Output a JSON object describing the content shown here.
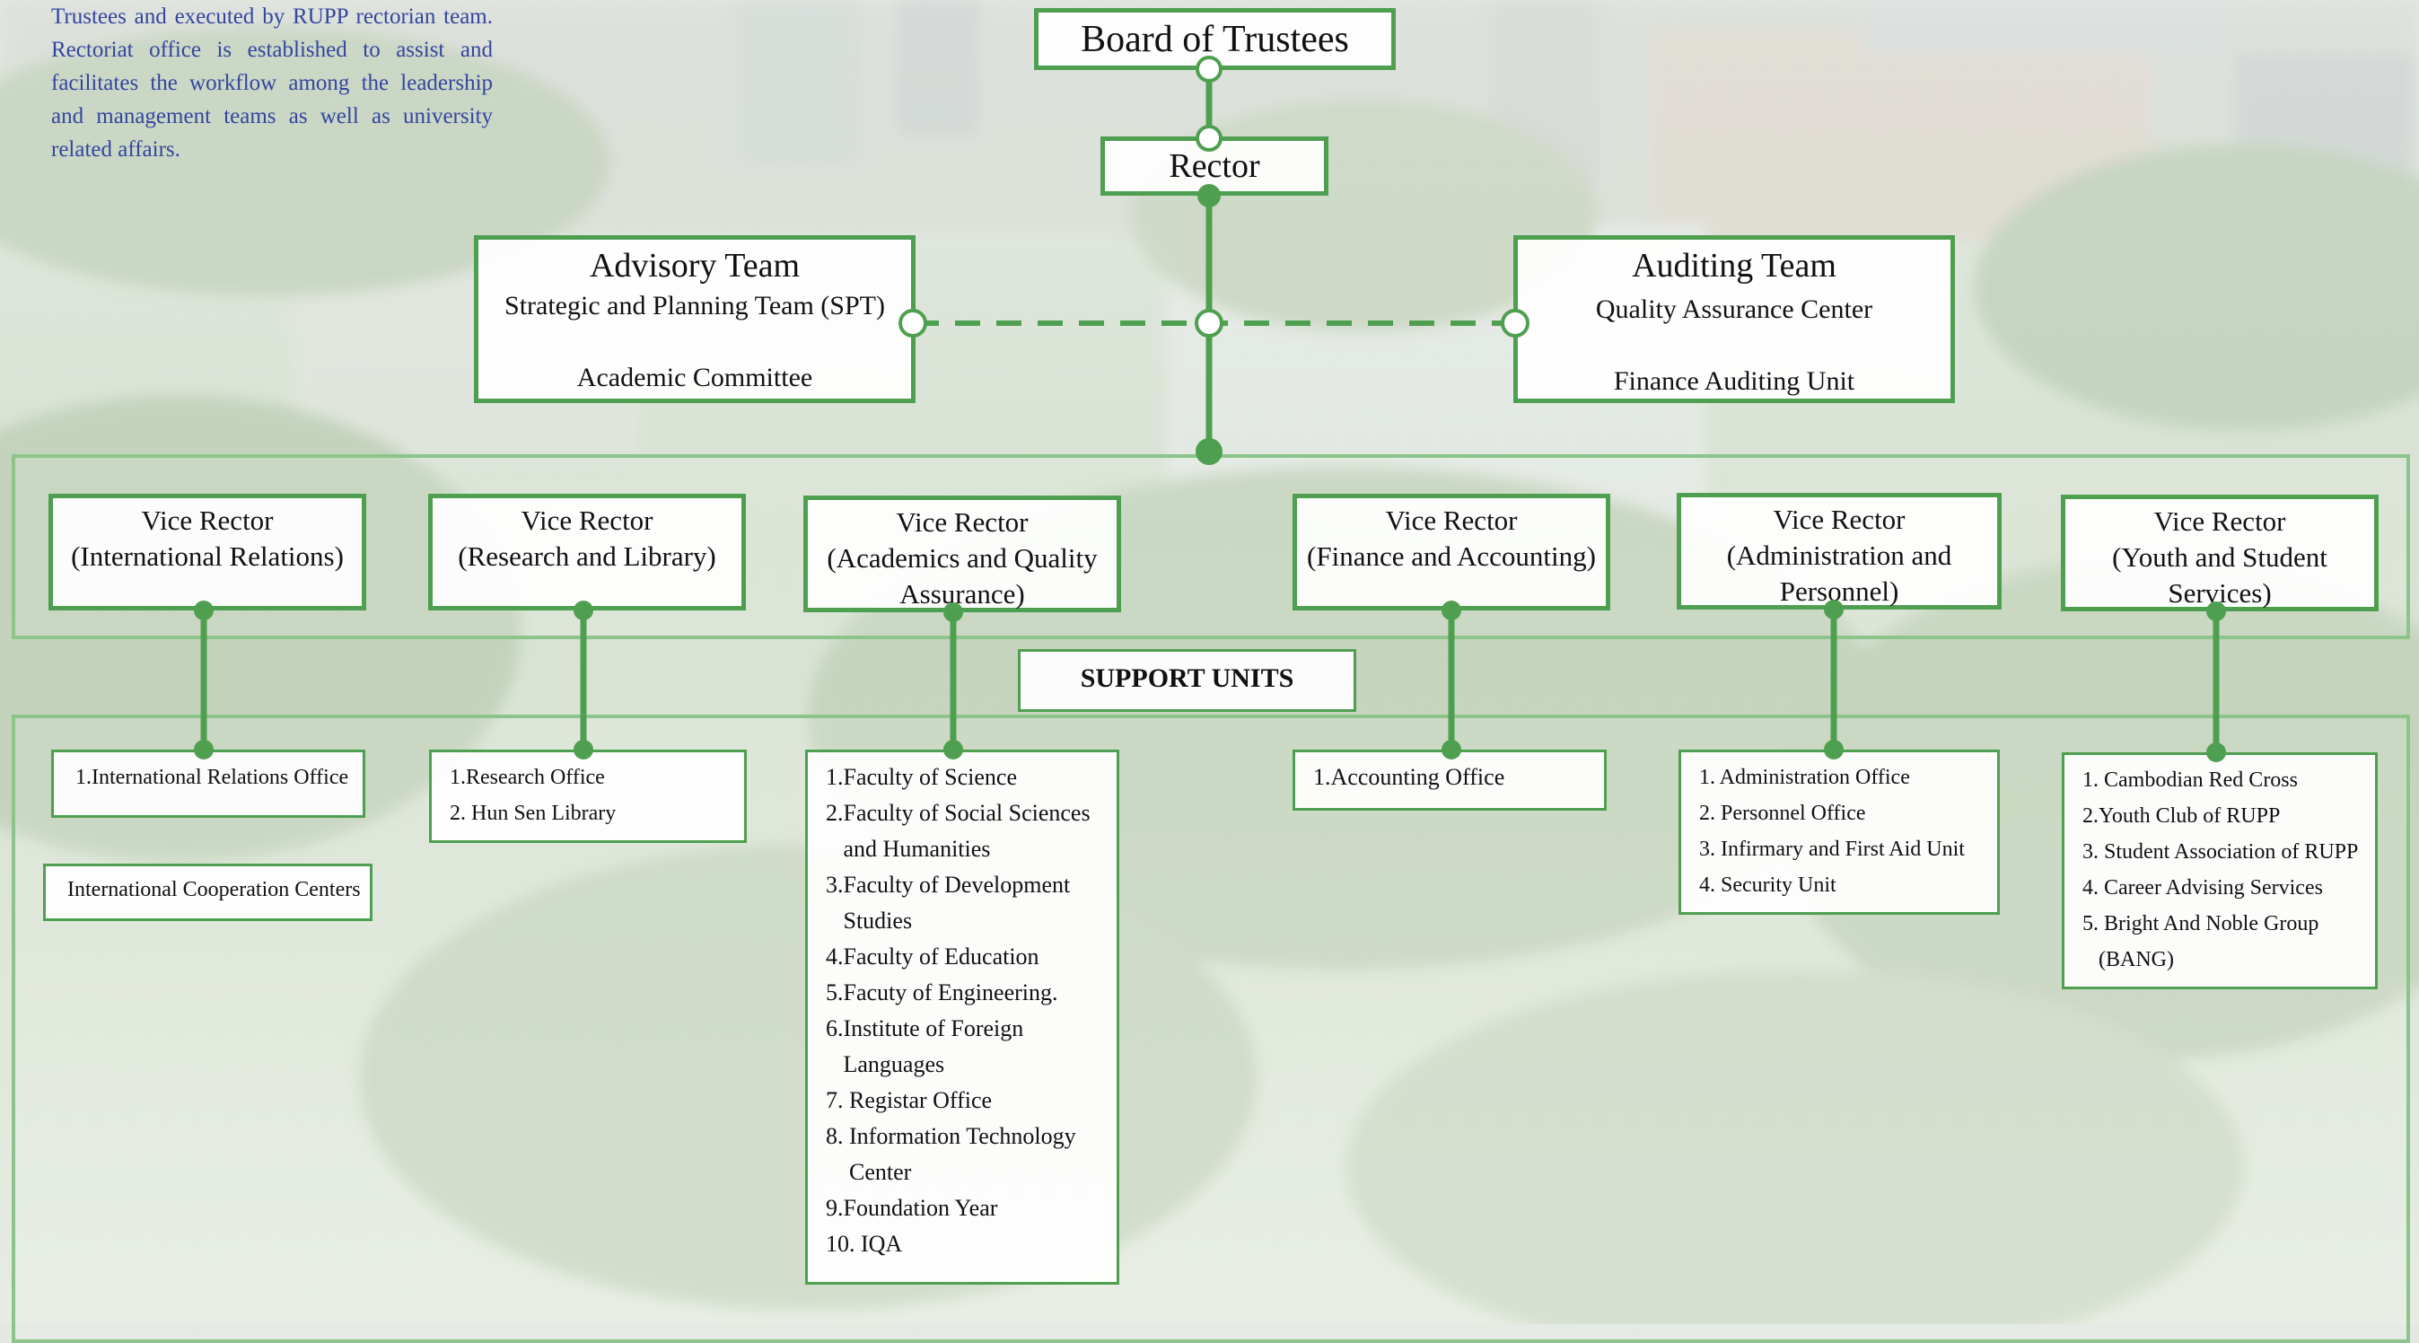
{
  "intro_lines": [
    "Trustees and executed by RUPP rectorian",
    "team. Rectoriat office is established to assist",
    "and facilitates the workflow among the",
    "leadership and management teams as well as",
    "university related affairs."
  ],
  "board": "Board of Trustees",
  "rector": "Rector",
  "advisory": {
    "title": "Advisory Team",
    "items": [
      "Strategic and Planning Team (SPT)",
      "Academic Committee"
    ]
  },
  "auditing": {
    "title": "Auditing Team",
    "items": [
      "Quality Assurance Center",
      "Finance Auditing Unit"
    ]
  },
  "vice_rectors": [
    {
      "lines": [
        "Vice Rector",
        "(International Relations)"
      ]
    },
    {
      "lines": [
        "Vice Rector",
        "(Research and Library)"
      ]
    },
    {
      "lines": [
        "Vice Rector",
        "(Academics and Quality",
        "Assurance)"
      ]
    },
    {
      "lines": [
        "Vice Rector",
        "(Finance and Accounting)"
      ]
    },
    {
      "lines": [
        "Vice Rector",
        "(Administration and",
        "Personnel)"
      ]
    },
    {
      "lines": [
        "Vice Rector",
        "(Youth and Student",
        "Services)"
      ]
    }
  ],
  "support_units_label": "SUPPORT UNITS",
  "units": [
    [
      "1.International Relations Office"
    ],
    [
      "1.Research Office",
      "2. Hun Sen Library"
    ],
    [
      "1.Faculty of Science",
      "2.Faculty of Social Sciences",
      "   and Humanities",
      "3.Faculty of Development",
      "   Studies",
      "4.Faculty of Education",
      "5.Facuty of Engineering.",
      "6.Institute of Foreign",
      "   Languages",
      "7. Registar Office",
      "8. Information Technology",
      "    Center",
      "9.Foundation Year",
      "10. IQA"
    ],
    [
      "1.Accounting Office"
    ],
    [
      "1. Administration Office",
      "2. Personnel Office",
      "3. Infirmary and First Aid Unit",
      "4. Security Unit"
    ],
    [
      "1. Cambodian Red Cross",
      "2.Youth Club of RUPP",
      "3. Student Association of RUPP",
      "4. Career Advising Services",
      "5. Bright And Noble Group",
      "   (BANG)"
    ]
  ],
  "extra_unit": "International Cooperation Centers",
  "colors": {
    "accent": "#4ea050",
    "band": "#8dc48b",
    "intro_text": "#3445a0"
  }
}
